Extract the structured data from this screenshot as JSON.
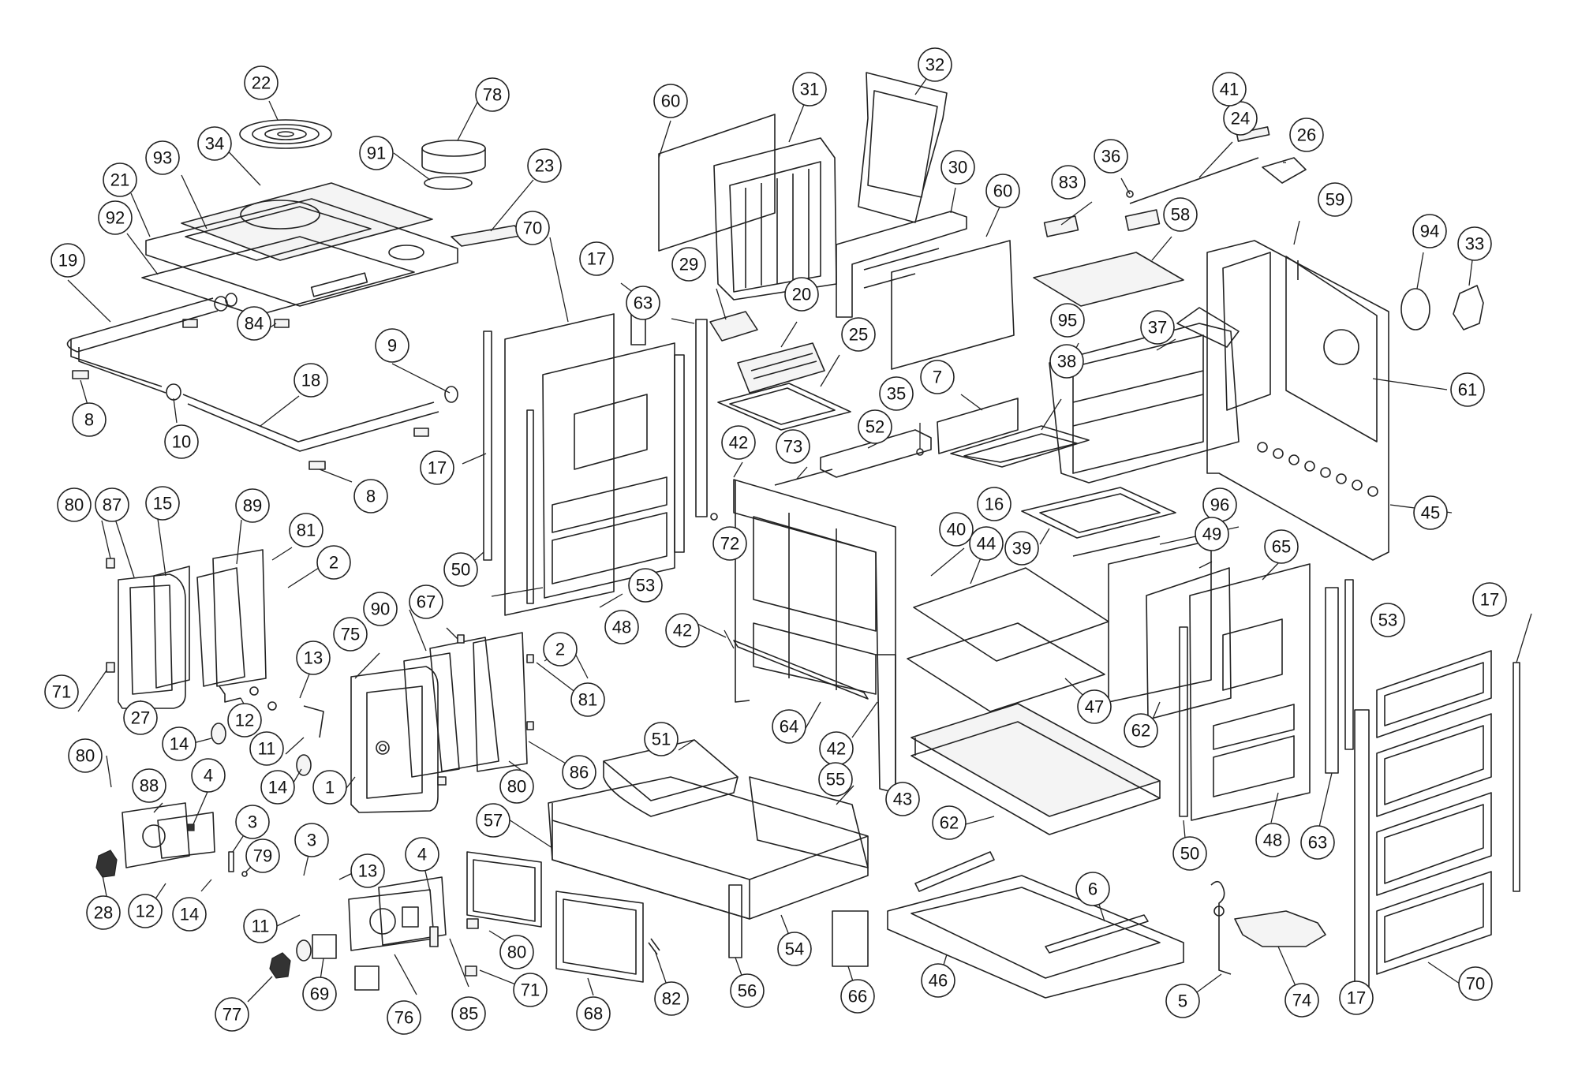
{
  "diagram": {
    "type": "exploded-parts-view",
    "callouts": [
      {
        "id": "c22",
        "label": "22"
      },
      {
        "id": "c78",
        "label": "78"
      },
      {
        "id": "c34",
        "label": "34"
      },
      {
        "id": "c93",
        "label": "93"
      },
      {
        "id": "c91",
        "label": "91"
      },
      {
        "id": "c21",
        "label": "21"
      },
      {
        "id": "c23",
        "label": "23"
      },
      {
        "id": "c92",
        "label": "92"
      },
      {
        "id": "c19",
        "label": "19"
      },
      {
        "id": "c84",
        "label": "84"
      },
      {
        "id": "c9",
        "label": "9"
      },
      {
        "id": "c18",
        "label": "18"
      },
      {
        "id": "c8a",
        "label": "8"
      },
      {
        "id": "c10",
        "label": "10"
      },
      {
        "id": "c8b",
        "label": "8"
      },
      {
        "id": "c60a",
        "label": "60"
      },
      {
        "id": "c31",
        "label": "31"
      },
      {
        "id": "c32",
        "label": "32"
      },
      {
        "id": "c30",
        "label": "30"
      },
      {
        "id": "c60b",
        "label": "60"
      },
      {
        "id": "c83",
        "label": "83"
      },
      {
        "id": "c36",
        "label": "36"
      },
      {
        "id": "c24",
        "label": "24"
      },
      {
        "id": "c41",
        "label": "41"
      },
      {
        "id": "c26",
        "label": "26"
      },
      {
        "id": "c58",
        "label": "58"
      },
      {
        "id": "c59",
        "label": "59"
      },
      {
        "id": "c94",
        "label": "94"
      },
      {
        "id": "c33",
        "label": "33"
      },
      {
        "id": "c70a",
        "label": "70"
      },
      {
        "id": "c17a",
        "label": "17"
      },
      {
        "id": "c63a",
        "label": "63"
      },
      {
        "id": "c29",
        "label": "29"
      },
      {
        "id": "c20",
        "label": "20"
      },
      {
        "id": "c25",
        "label": "25"
      },
      {
        "id": "c95",
        "label": "95"
      },
      {
        "id": "c37",
        "label": "37"
      },
      {
        "id": "c61",
        "label": "61"
      },
      {
        "id": "c35",
        "label": "35"
      },
      {
        "id": "c7",
        "label": "7"
      },
      {
        "id": "c38",
        "label": "38"
      },
      {
        "id": "c52",
        "label": "52"
      },
      {
        "id": "c73",
        "label": "73"
      },
      {
        "id": "c42a",
        "label": "42"
      },
      {
        "id": "c17b",
        "label": "17"
      },
      {
        "id": "c16",
        "label": "16"
      },
      {
        "id": "c45",
        "label": "45"
      },
      {
        "id": "c96",
        "label": "96"
      },
      {
        "id": "c40",
        "label": "40"
      },
      {
        "id": "c44",
        "label": "44"
      },
      {
        "id": "c39",
        "label": "39"
      },
      {
        "id": "c49",
        "label": "49"
      },
      {
        "id": "c65",
        "label": "65"
      },
      {
        "id": "c80a",
        "label": "80"
      },
      {
        "id": "c87",
        "label": "87"
      },
      {
        "id": "c15",
        "label": "15"
      },
      {
        "id": "c89",
        "label": "89"
      },
      {
        "id": "c81a",
        "label": "81"
      },
      {
        "id": "c2a",
        "label": "2"
      },
      {
        "id": "c50a",
        "label": "50"
      },
      {
        "id": "c72",
        "label": "72"
      },
      {
        "id": "c53a",
        "label": "53"
      },
      {
        "id": "c48a",
        "label": "48"
      },
      {
        "id": "c42b",
        "label": "42"
      },
      {
        "id": "c67",
        "label": "67"
      },
      {
        "id": "c90",
        "label": "90"
      },
      {
        "id": "c75",
        "label": "75"
      },
      {
        "id": "c13a",
        "label": "13"
      },
      {
        "id": "c53b",
        "label": "53"
      },
      {
        "id": "c17c",
        "label": "17"
      },
      {
        "id": "c71a",
        "label": "71"
      },
      {
        "id": "c27",
        "label": "27"
      },
      {
        "id": "c12a",
        "label": "12"
      },
      {
        "id": "c2b",
        "label": "2"
      },
      {
        "id": "c81b",
        "label": "81"
      },
      {
        "id": "c64",
        "label": "64"
      },
      {
        "id": "c51",
        "label": "51"
      },
      {
        "id": "c47",
        "label": "47"
      },
      {
        "id": "c62a",
        "label": "62"
      },
      {
        "id": "c80b",
        "label": "80"
      },
      {
        "id": "c14a",
        "label": "14"
      },
      {
        "id": "c11a",
        "label": "11"
      },
      {
        "id": "c42c",
        "label": "42"
      },
      {
        "id": "c14b",
        "label": "14"
      },
      {
        "id": "c1",
        "label": "1"
      },
      {
        "id": "c88",
        "label": "88"
      },
      {
        "id": "c4a",
        "label": "4"
      },
      {
        "id": "c80c",
        "label": "80"
      },
      {
        "id": "c86",
        "label": "86"
      },
      {
        "id": "c55",
        "label": "55"
      },
      {
        "id": "c43",
        "label": "43"
      },
      {
        "id": "c62b",
        "label": "62"
      },
      {
        "id": "c57",
        "label": "57"
      },
      {
        "id": "c3a",
        "label": "3"
      },
      {
        "id": "c3b",
        "label": "3"
      },
      {
        "id": "c79",
        "label": "79"
      },
      {
        "id": "c13b",
        "label": "13"
      },
      {
        "id": "c4b",
        "label": "4"
      },
      {
        "id": "c50b",
        "label": "50"
      },
      {
        "id": "c48b",
        "label": "48"
      },
      {
        "id": "c63b",
        "label": "63"
      },
      {
        "id": "c28",
        "label": "28"
      },
      {
        "id": "c12b",
        "label": "12"
      },
      {
        "id": "c14c",
        "label": "14"
      },
      {
        "id": "c11b",
        "label": "11"
      },
      {
        "id": "c80d",
        "label": "80"
      },
      {
        "id": "c71b",
        "label": "71"
      },
      {
        "id": "c6",
        "label": "6"
      },
      {
        "id": "c54",
        "label": "54"
      },
      {
        "id": "c56",
        "label": "56"
      },
      {
        "id": "c66",
        "label": "66"
      },
      {
        "id": "c46",
        "label": "46"
      },
      {
        "id": "c5",
        "label": "5"
      },
      {
        "id": "c74",
        "label": "74"
      },
      {
        "id": "c17d",
        "label": "17"
      },
      {
        "id": "c70b",
        "label": "70"
      },
      {
        "id": "c77",
        "label": "77"
      },
      {
        "id": "c69",
        "label": "69"
      },
      {
        "id": "c76",
        "label": "76"
      },
      {
        "id": "c85",
        "label": "85"
      },
      {
        "id": "c68",
        "label": "68"
      },
      {
        "id": "c82",
        "label": "82"
      }
    ]
  }
}
